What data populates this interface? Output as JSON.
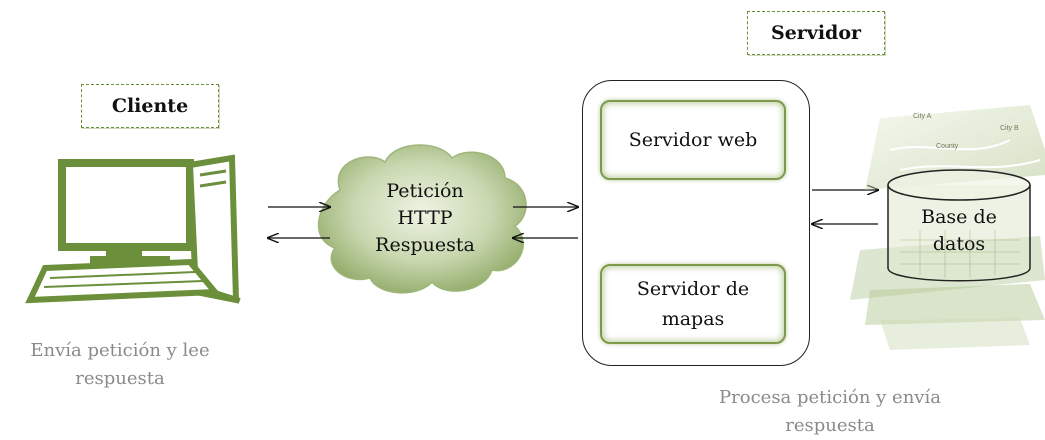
{
  "client": {
    "title": "Cliente",
    "caption_line1": "Envía petición y lee",
    "caption_line2": "respuesta"
  },
  "server": {
    "title": "Servidor",
    "web_server": "Servidor web",
    "map_server_line1": "Servidor de",
    "map_server_line2": "mapas",
    "caption_line1": "Procesa petición y envía",
    "caption_line2": "respuesta"
  },
  "network": {
    "line1": "Petición",
    "line2": "HTTP",
    "line3": "Respuesta"
  },
  "database": {
    "line1": "Base de",
    "line2": "datos",
    "map_labels": [
      "City A",
      "City B",
      "County"
    ]
  },
  "colors": {
    "accent": "#6b8f3a",
    "cloud_fill": "#a9bf85",
    "caption": "#8a8a8a"
  }
}
